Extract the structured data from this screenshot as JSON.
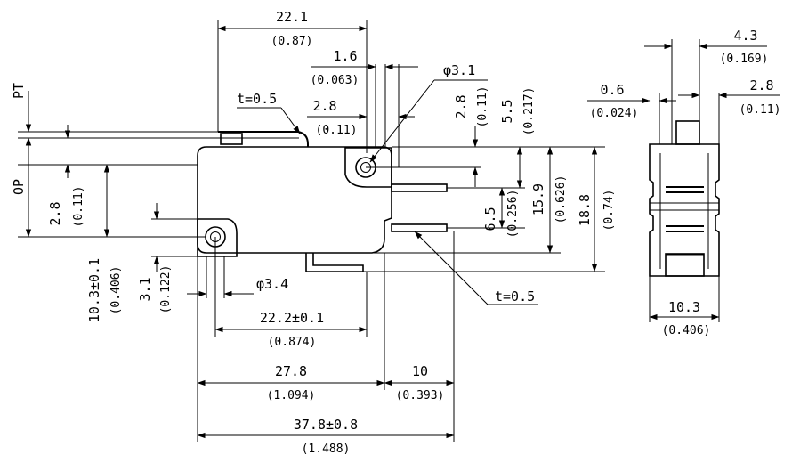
{
  "labels": {
    "pt": "PT",
    "op": "OP",
    "t_lever": "t=0.5",
    "t_terminal": "t=0.5",
    "phi_31": "φ3.1",
    "phi_34": "φ3.4"
  },
  "dimensions": {
    "d_22_1": "22.1",
    "d_0_87": "(0.87)",
    "d_1_6": "1.6",
    "d_0_063": "(0.063)",
    "d_2_8_top": "2.8",
    "d_0_11_top": "(0.11)",
    "d_2_8_vert": "2.8",
    "d_0_11_vert": "(0.11)",
    "d_5_5": "5.5",
    "d_0_217": "(0.217)",
    "d_2_8_left": "2.8",
    "d_0_11_left": "(0.11)",
    "d_6_5": "6.5",
    "d_0_256": "(0.256)",
    "d_15_9": "15.9",
    "d_0_626": "(0.626)",
    "d_18_8": "18.8",
    "d_0_74": "(0.74)",
    "d_10_3": "10.3±0.1",
    "d_0_406_left": "(0.406)",
    "d_3_1": "3.1",
    "d_0_122": "(0.122)",
    "d_22_2": "22.2±0.1",
    "d_0_874": "(0.874)",
    "d_27_8": "27.8",
    "d_1_094": "(1.094)",
    "d_10": "10",
    "d_0_393": "(0.393)",
    "d_37_8": "37.8±0.8",
    "d_1_488": "(1.488)",
    "d_4_3": "4.3",
    "d_0_169": "(0.169)",
    "d_0_6": "0.6",
    "d_0_024": "(0.024)",
    "d_2_8_right": "2.8",
    "d_0_11_right": "(0.11)",
    "d_10_3_right": "10.3",
    "d_0_406_right": "(0.406)"
  }
}
